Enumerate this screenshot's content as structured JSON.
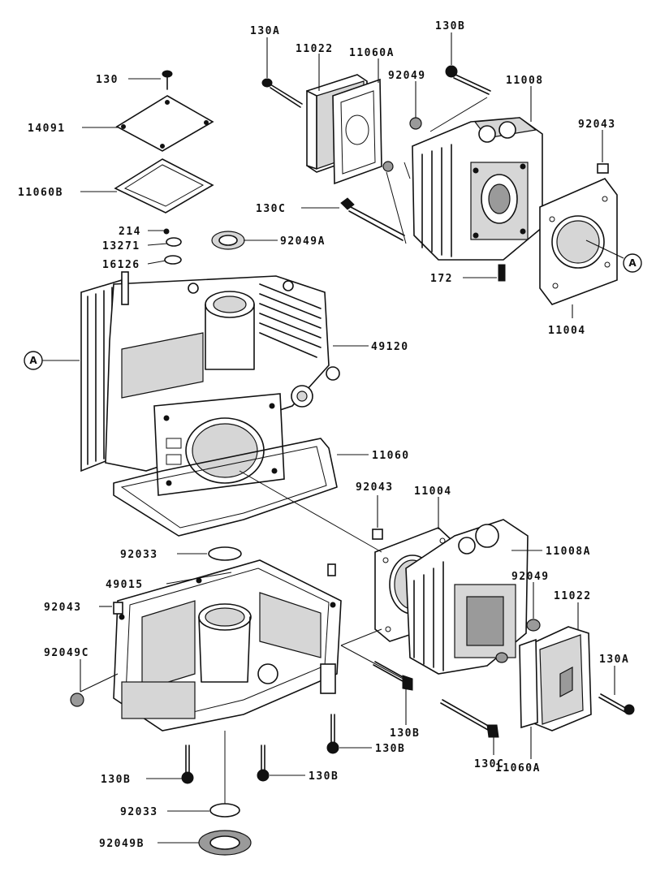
{
  "diagram": {
    "labels": {
      "p130": "130",
      "p14091": "14091",
      "p11060B": "11060B",
      "p214": "214",
      "p13271": "13271",
      "p16126": "16126",
      "p92049A": "92049A",
      "p130A_top": "130A",
      "p11022_top": "11022",
      "p11060A_top": "11060A",
      "p92049_top": "92049",
      "p130B_top": "130B",
      "p11008": "11008",
      "p92043_top": "92043",
      "p130C_top": "130C",
      "p172": "172",
      "p11004_top": "11004",
      "p49120": "49120",
      "p11060": "11060",
      "p92043_mid": "92043",
      "p11004_mid": "11004",
      "p11008A": "11008A",
      "p92033_top": "92033",
      "p49015": "49015",
      "p92043_left": "92043",
      "p92049C": "92049C",
      "p92049_bot": "92049",
      "p11022_bot": "11022",
      "p130A_bot": "130A",
      "p130B_mid": "130B",
      "p130B_right": "130B",
      "p130C_bot": "130C",
      "p11060A_bot": "11060A",
      "p130B_left": "130B",
      "p130B_lower": "130B",
      "p92033_bot": "92033",
      "p92049B": "92049B"
    },
    "callouts": {
      "a_left": "A",
      "a_right": "A"
    }
  }
}
